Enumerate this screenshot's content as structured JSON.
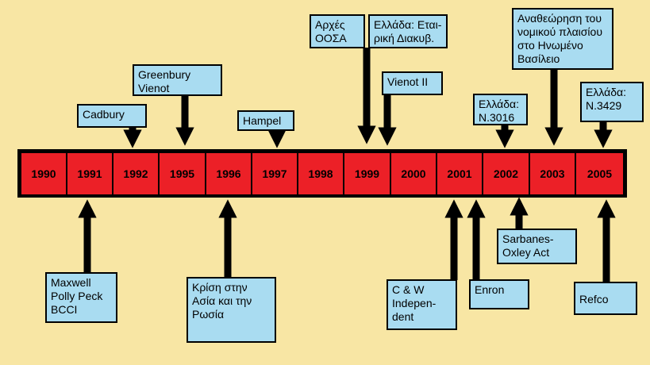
{
  "timeline": {
    "years": [
      "1990",
      "1991",
      "1992",
      "1995",
      "1996",
      "1997",
      "1998",
      "1999",
      "2000",
      "2001",
      "2002",
      "2003",
      "2005"
    ],
    "bar_color": "#ec2027",
    "box_color": "#a9dcf1",
    "background_color": "#f8e6a4"
  },
  "events_above": [
    {
      "id": "cadbury",
      "text": "Cadbury"
    },
    {
      "id": "greenbury",
      "text": "Greenbury\nVienot"
    },
    {
      "id": "hampel",
      "text": "Hampel"
    },
    {
      "id": "oecd",
      "text": "Αρχές\nΟΟΣΑ"
    },
    {
      "id": "greece-gov",
      "text": "Ελλάδα: Εται-\nρική Διακυβ."
    },
    {
      "id": "vienot2",
      "text": "Vienot II"
    },
    {
      "id": "greece-3016",
      "text": "Ελλάδα:\nΝ.3016"
    },
    {
      "id": "uk-review",
      "text": "Αναθεώρηση του\nνομικού πλαισίου\nστο Ηνωμένο\nΒασίλειο"
    },
    {
      "id": "greece-3429",
      "text": "Ελλάδα:\nΝ.3429"
    }
  ],
  "events_below": [
    {
      "id": "maxwell",
      "text": "Maxwell\nPolly Peck\nBCCI"
    },
    {
      "id": "asia-crisis",
      "text": "Κρίση στην\nΑσία και την\nΡωσία"
    },
    {
      "id": "cw",
      "text": "C & W\nIndepen-\ndent"
    },
    {
      "id": "enron",
      "text": "Enron"
    },
    {
      "id": "sarbanes",
      "text": "Sarbanes-\nOxley Act"
    },
    {
      "id": "refco",
      "text": "Refco"
    }
  ]
}
